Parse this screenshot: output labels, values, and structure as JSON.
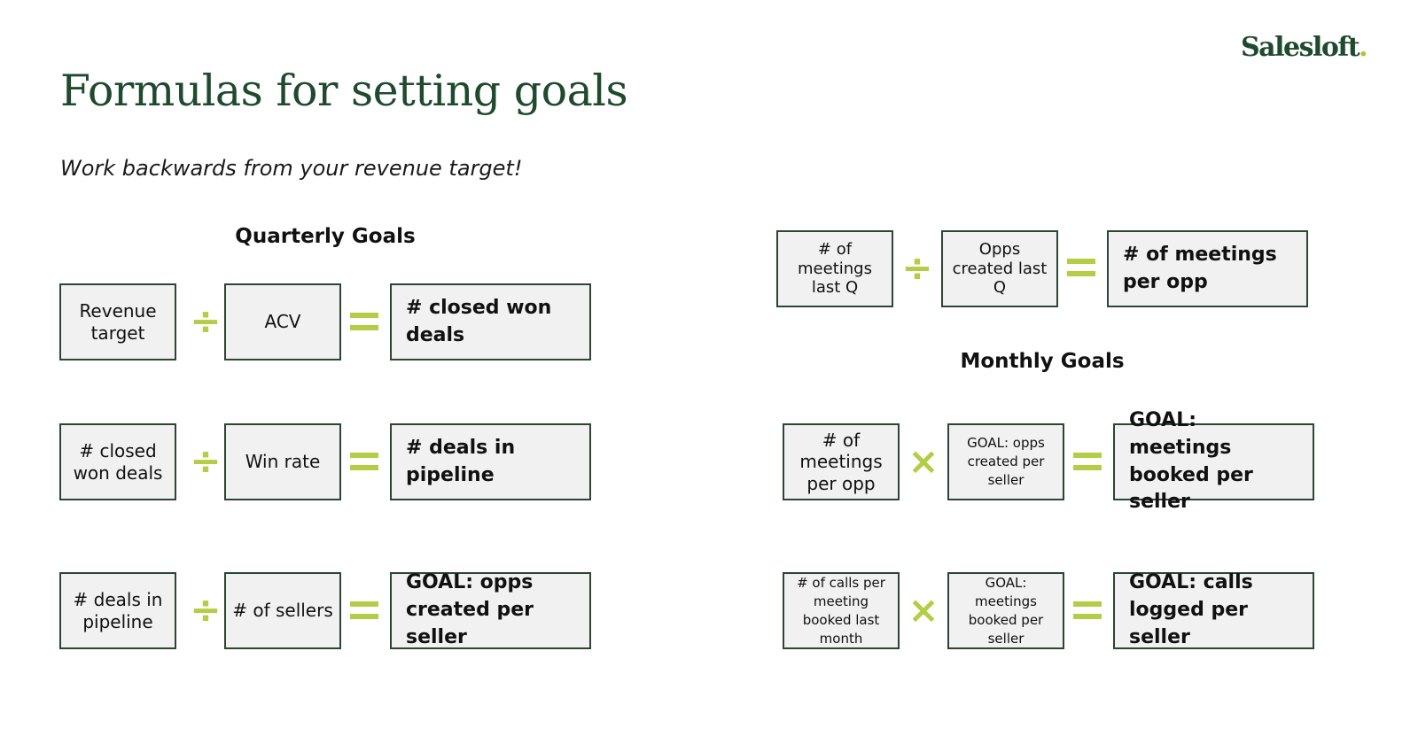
{
  "brand": {
    "name": "Salesloft",
    "dot": "."
  },
  "title": "Formulas for setting goals",
  "subtitle": "Work backwards from your revenue target!",
  "quarterly": {
    "heading": "Quarterly Goals",
    "formulas": [
      {
        "a": "Revenue target",
        "op": "÷",
        "b": "ACV",
        "result": "# closed won deals"
      },
      {
        "a": "# closed won deals",
        "op": "÷",
        "b": "Win rate",
        "result": "# deals in pipeline"
      },
      {
        "a": "# deals in pipeline",
        "op": "÷",
        "b": "# of sellers",
        "result": "GOAL: opps created per seller"
      }
    ]
  },
  "top_right": {
    "a": "# of meetings last Q",
    "op": "÷",
    "b": "Opps created last Q",
    "result": "# of meetings per opp"
  },
  "monthly": {
    "heading": "Monthly Goals",
    "formulas": [
      {
        "a": "# of meetings per opp",
        "op": "×",
        "b": "GOAL: opps created per seller",
        "result": "GOAL: meetings booked per seller"
      },
      {
        "a": "# of calls per meeting booked last month",
        "op": "×",
        "b": "GOAL: meetings booked per seller",
        "result": "GOAL: calls logged per seller"
      }
    ]
  },
  "colors": {
    "brand_green": "#1f4a2e",
    "accent": "#b3cd45",
    "box_fill": "#f1f1f1",
    "box_border": "#2b4634"
  }
}
